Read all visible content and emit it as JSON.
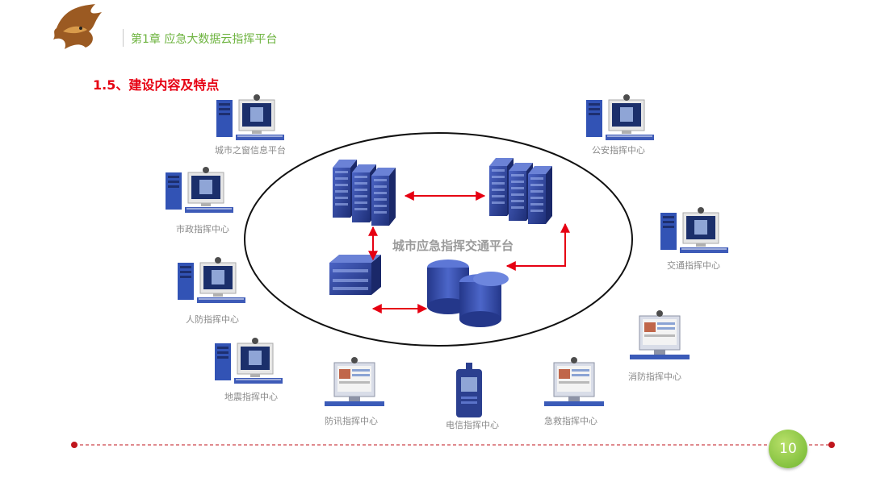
{
  "header": {
    "chapter_title": "第1章  应急大数据云指挥平台",
    "section_title": "1.5、建设内容及特点"
  },
  "diagram": {
    "platform_label": "城市应急指挥交通平台",
    "nodes": {
      "window": "城市之窗信息平台",
      "municipal": "市政指挥中心",
      "civil": "人防指挥中心",
      "earthquake": "地震指挥中心",
      "flood": "防讯指挥中心",
      "telecom": "电信指挥中心",
      "emergency": "急救指挥中心",
      "fire": "消防指挥中心",
      "traffic": "交通指挥中心",
      "police": "公安指挥中心"
    }
  },
  "footer": {
    "page_number": "10"
  },
  "colors": {
    "accent_green": "#6db33f",
    "section_red": "#e60012",
    "arrow_red": "#e60012",
    "server_blue": "#2a3f8f"
  }
}
